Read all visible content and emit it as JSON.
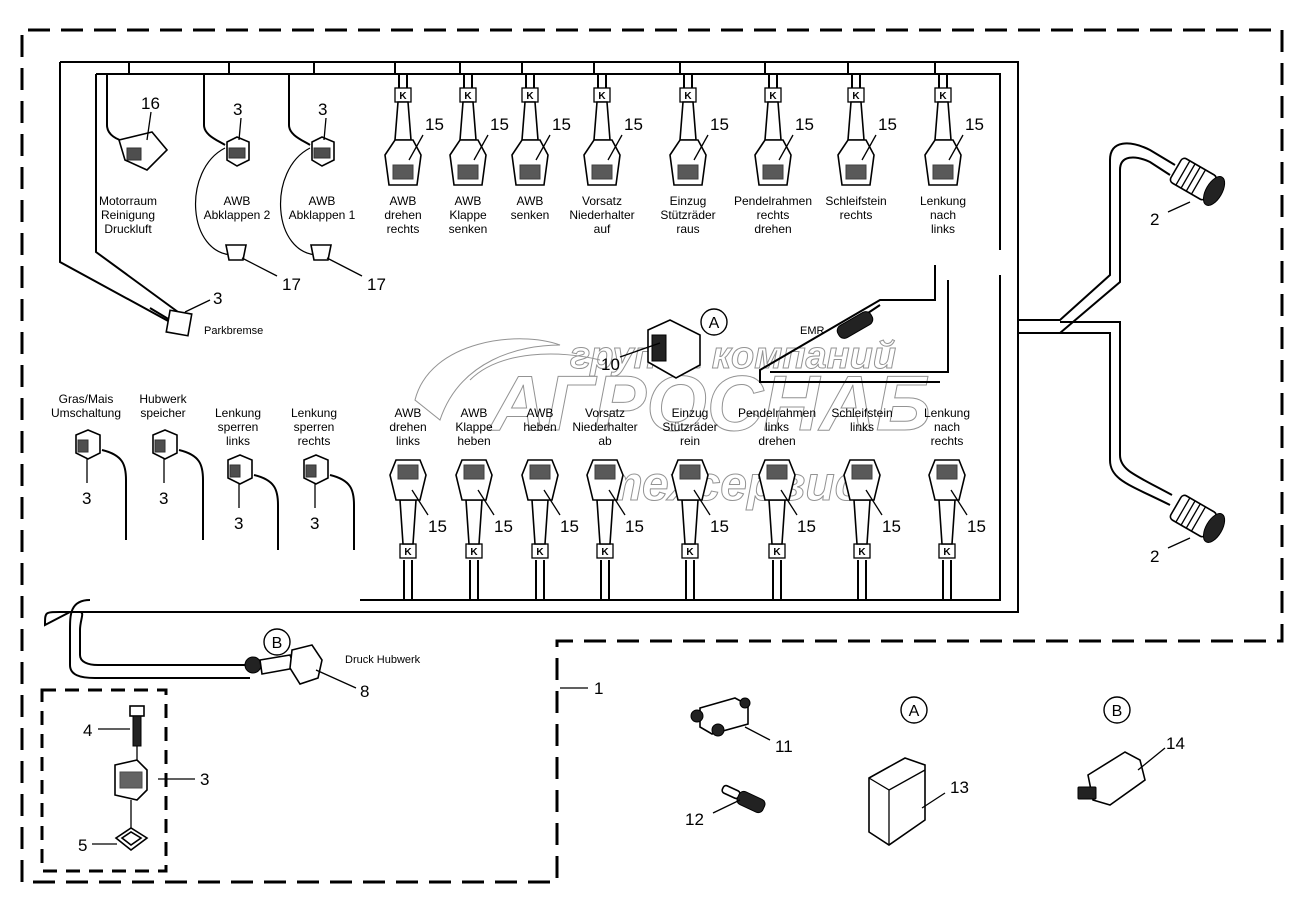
{
  "diagram": {
    "title": "Wiring harness parts diagram",
    "assembly_ref": "1",
    "watermark": {
      "line1": "группа компаний",
      "line2": "АГРОСНАБ",
      "line3": "техсервис"
    },
    "top_row": [
      {
        "label": [
          "Motorraum",
          "Reinigung",
          "Druckluft"
        ],
        "part": "16"
      },
      {
        "label": [
          "AWB",
          "Abklappen 2"
        ],
        "part": "3",
        "sub_part": "17"
      },
      {
        "label": [
          "AWB",
          "Abklappen 1"
        ],
        "part": "3",
        "sub_part": "17"
      },
      {
        "label": [
          "AWB",
          "drehen",
          "rechts"
        ],
        "part": "15"
      },
      {
        "label": [
          "AWB",
          "Klappe",
          "senken"
        ],
        "part": "15"
      },
      {
        "label": [
          "AWB",
          "senken"
        ],
        "part": "15"
      },
      {
        "label": [
          "Vorsatz",
          "Niederhalter",
          "auf"
        ],
        "part": "15"
      },
      {
        "label": [
          "Einzug",
          "Stützräder",
          "raus"
        ],
        "part": "15"
      },
      {
        "label": [
          "Pendelrahmen",
          "rechts",
          "drehen"
        ],
        "part": "15"
      },
      {
        "label": [
          "Schleifstein",
          "rechts"
        ],
        "part": "15"
      },
      {
        "label": [
          "Lenkung",
          "nach",
          "links"
        ],
        "part": "15"
      }
    ],
    "bottom_row": [
      {
        "label": [
          "Gras/Mais",
          "Umschaltung"
        ],
        "part": "3"
      },
      {
        "label": [
          "Hubwerk",
          "speicher"
        ],
        "part": "3"
      },
      {
        "label": [
          "Lenkung",
          "sperren",
          "links"
        ],
        "part": "3"
      },
      {
        "label": [
          "Lenkung",
          "sperren",
          "rechts"
        ],
        "part": "3"
      },
      {
        "label": [
          "AWB",
          "drehen",
          "links"
        ],
        "part": "15"
      },
      {
        "label": [
          "AWB",
          "Klappe",
          "heben"
        ],
        "part": "15"
      },
      {
        "label": [
          "AWB",
          "heben"
        ],
        "part": "15"
      },
      {
        "label": [
          "Vorsatz",
          "Niederhalter",
          "ab"
        ],
        "part": "15"
      },
      {
        "label": [
          "Einzug",
          "Stützräder",
          "rein"
        ],
        "part": "15"
      },
      {
        "label": [
          "Pendelrahmen",
          "links",
          "drehen"
        ],
        "part": "15"
      },
      {
        "label": [
          "Schleifstein",
          "links"
        ],
        "part": "15"
      },
      {
        "label": [
          "Lenkung",
          "nach",
          "rechts"
        ],
        "part": "15"
      }
    ],
    "k_marker": "K",
    "parkbremse": {
      "label": "Parkbremse",
      "part": "3"
    },
    "emr": {
      "label": "EMR",
      "part": "10",
      "callout": "A"
    },
    "druck_hubwerk": {
      "label": "Druck Hubwerk",
      "part": "8",
      "callout": "B"
    },
    "main_connectors": {
      "part": "2"
    },
    "detail_kit": {
      "bolt": "4",
      "connector": "3",
      "seal": "5"
    },
    "loose_parts": {
      "t_adapter": "11",
      "plug": "12",
      "callout_a": {
        "letter": "A",
        "part": "13"
      },
      "callout_b": {
        "letter": "B",
        "part": "14"
      }
    }
  }
}
